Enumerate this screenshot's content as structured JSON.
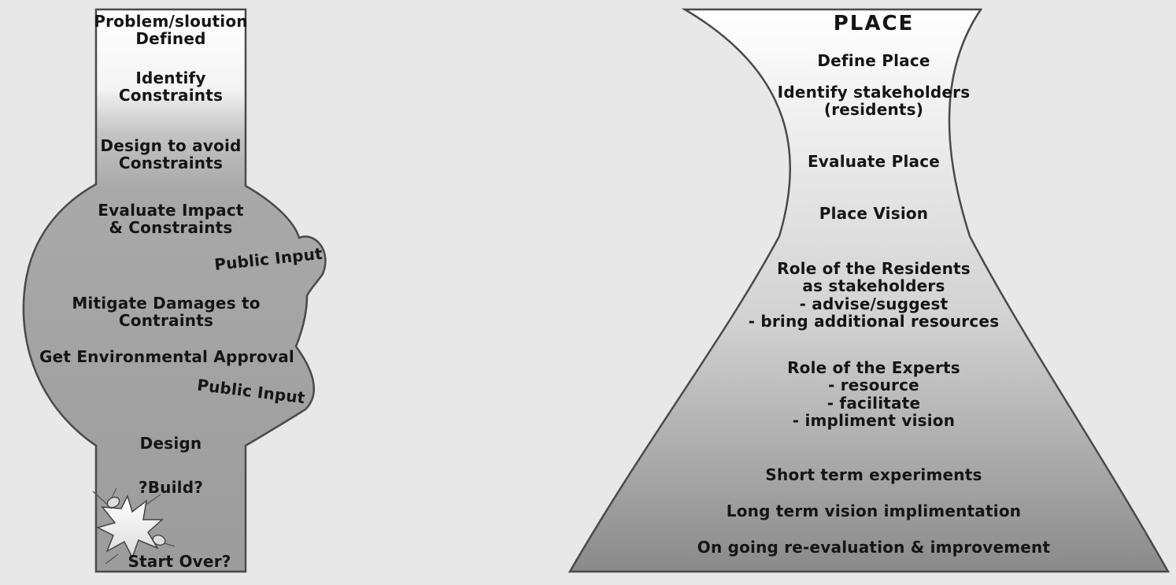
{
  "left_diagram": {
    "labels": {
      "problem": "Problem/sloution\nDefined",
      "identify": "Identify\nConstraints",
      "design_avoid": "Design to avoid\nConstraints",
      "evaluate": "Evaluate Impact\n& Constraints",
      "public_input_1": "Public Input",
      "mitigate": "Mitigate Damages to Contraints",
      "approval": "Get Environmental Approval",
      "public_input_2": "Public Input",
      "design": "Design",
      "build": "?Build?",
      "start_over": "Start Over?"
    }
  },
  "right_diagram": {
    "labels": {
      "title": "PLACE",
      "define": "Define Place",
      "stakeholders": "Identify stakeholders\n(residents)",
      "evaluate": "Evaluate Place",
      "vision": "Place Vision",
      "residents": "Role of the Residents\nas stakeholders\n- advise/suggest\n- bring additional resources",
      "experts": "Role of the Experts\n- resource\n- facilitate\n- impliment vision",
      "short_term": "Short term experiments",
      "long_term": "Long term vision implimentation",
      "ongoing": "On going re-evaluation & improvement"
    }
  },
  "colors": {
    "background": "#e8e8e9",
    "outline": "#4a4a4a",
    "fill_light": "#ffffff",
    "fill_dark": "#8f8f8f",
    "text": "#151515"
  }
}
